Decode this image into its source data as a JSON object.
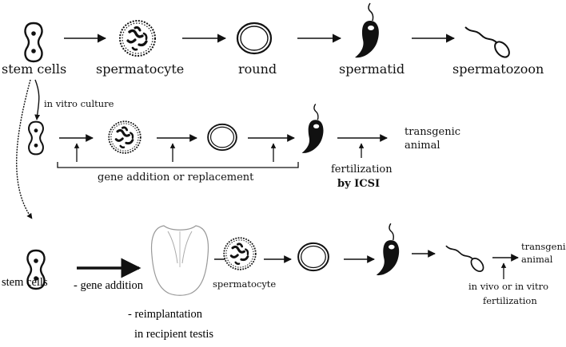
{
  "row1": {
    "stem_cells": "stem cells",
    "spermatocyte": "spermatocyte",
    "round": "round",
    "spermatid": "spermatid",
    "spermatozoon": "spermatozoon"
  },
  "row2": {
    "in_vitro_culture": "in vitro culture",
    "gene_addition": "gene addition or replacement",
    "fertilization_line1": "fertilization",
    "fertilization_line2": "by ICSI",
    "transgenic_line1": "transgenic",
    "transgenic_line2": "animal"
  },
  "row3": {
    "stem_cells": "stem cells",
    "gene_addition": "- gene addition",
    "reimplantation_line1": "- reimplantation",
    "reimplantation_line2": "in recipient testis",
    "spermatocyte": "spermatocyte",
    "fertilization_line1": "in vivo or in vitro",
    "fertilization_line2": "fertilization",
    "transgenic_line1": "transgenic",
    "transgenic_line2": "animal"
  },
  "colors": {
    "ink": "#111111",
    "background": "#ffffff"
  }
}
